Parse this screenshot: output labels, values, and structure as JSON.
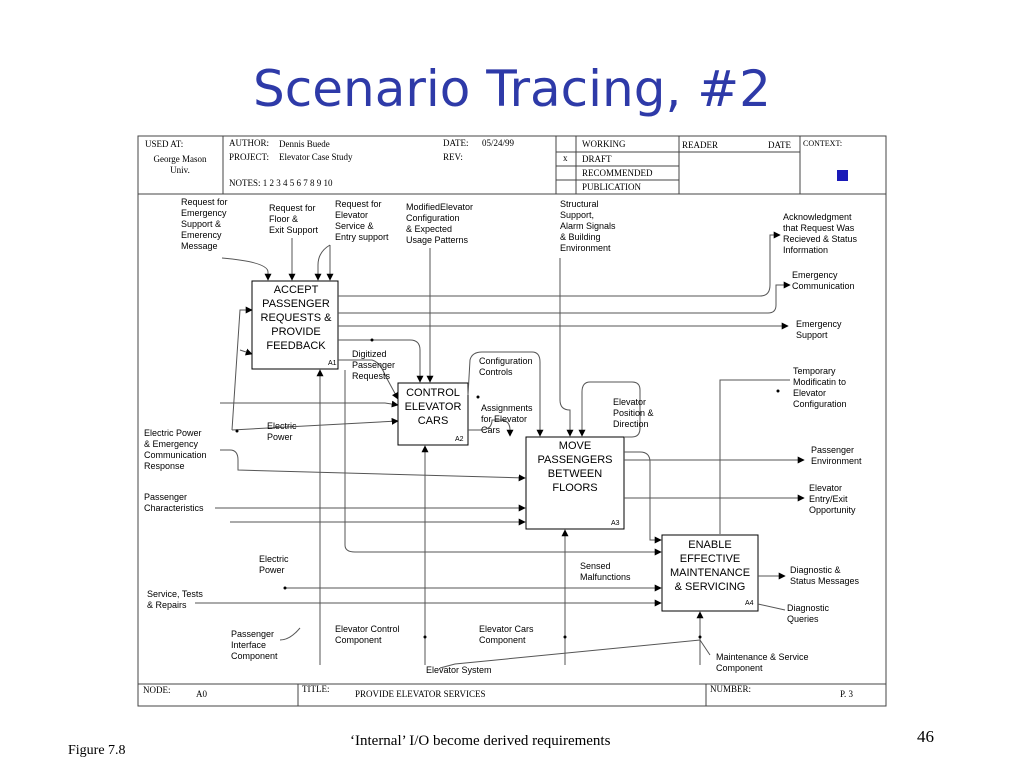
{
  "slide": {
    "title": "Scenario Tracing, #2",
    "subtitle": "‘Internal’ I/O become  derived requirements",
    "figure": "Figure 7.8",
    "page_number": "46"
  },
  "header": {
    "used_at_label": "USED AT:",
    "used_at_value": [
      "George Mason",
      "Univ."
    ],
    "author_label": "AUTHOR:",
    "author_value": "Dennis Buede",
    "date_label": "DATE:",
    "date_value": "05/24/99",
    "project_label": "PROJECT:",
    "project_value": "Elevator Case Study",
    "rev_label": "REV:",
    "notes": "NOTES:  1  2  3  4  5  6  7  8  9  10",
    "status": [
      "WORKING",
      "DRAFT",
      "RECOMMENDED",
      "PUBLICATION"
    ],
    "status_mark": "x",
    "reader_label": "READER",
    "reader_date_label": "DATE",
    "context_label": "CONTEXT:"
  },
  "footer": {
    "node_label": "NODE:",
    "node_value": "A0",
    "title_label": "TITLE:",
    "title_value": "PROVIDE ELEVATOR SERVICES",
    "number_label": "NUMBER:",
    "number_value": "P.  3"
  },
  "activities": [
    {
      "id": "A1",
      "lines": [
        "ACCEPT",
        "PASSENGER",
        "REQUESTS &",
        "PROVIDE",
        "FEEDBACK"
      ]
    },
    {
      "id": "A2",
      "lines": [
        "CONTROL",
        "ELEVATOR",
        "CARS"
      ]
    },
    {
      "id": "A3",
      "lines": [
        "MOVE",
        "PASSENGERS",
        "BETWEEN",
        "FLOORS"
      ]
    },
    {
      "id": "A4",
      "lines": [
        "ENABLE",
        "EFFECTIVE",
        "MAINTENANCE",
        "& SERVICING"
      ]
    }
  ],
  "labels": [
    {
      "key": "in_request_support",
      "lines": [
        "Request for",
        "Emergency",
        "Support &",
        "Emerency",
        "Message"
      ]
    },
    {
      "key": "in_request_floor",
      "lines": [
        "Request for",
        "Floor &",
        "Exit Support"
      ]
    },
    {
      "key": "in_request_service",
      "lines": [
        "Request for",
        "Elevator",
        "Service &",
        "Entry support"
      ]
    },
    {
      "key": "ctl_modified_config",
      "lines": [
        "ModifiedElevator",
        "Configuration",
        "& Expected",
        "Usage Patterns"
      ]
    },
    {
      "key": "ctl_structural",
      "lines": [
        "Structural",
        "Support,",
        "Alarm Signals",
        "& Building",
        "Environment"
      ]
    },
    {
      "key": "out_ack",
      "lines": [
        "Acknowledgment",
        "that Request Was",
        "Recieved & Status",
        "Information"
      ]
    },
    {
      "key": "out_emerg_comm",
      "lines": [
        "Emergency",
        "Communication"
      ]
    },
    {
      "key": "out_emerg_support",
      "lines": [
        "Emergency",
        "Support"
      ]
    },
    {
      "key": "out_temp_mod",
      "lines": [
        "Temporary",
        "Modificatin to",
        "Elevator",
        "Configuration"
      ]
    },
    {
      "key": "int_digitized",
      "lines": [
        "Digitized",
        "Passenger",
        "Requests"
      ]
    },
    {
      "key": "int_config_controls",
      "lines": [
        "Configuration",
        "Controls"
      ]
    },
    {
      "key": "int_elev_position",
      "lines": [
        "Elevator",
        "Position &",
        "Direction"
      ]
    },
    {
      "key": "int_assignments",
      "lines": [
        "Assignments",
        "for Elevator",
        "Cars"
      ]
    },
    {
      "key": "in_electric_power_main",
      "lines": [
        "Electric Power",
        "& Emergency",
        "Communication",
        "Response"
      ]
    },
    {
      "key": "int_electric_power_1",
      "lines": [
        "Electric",
        "Power"
      ]
    },
    {
      "key": "out_pass_env",
      "lines": [
        "Passenger",
        "Environment"
      ]
    },
    {
      "key": "out_entry_exit",
      "lines": [
        "Elevator",
        "Entry/Exit",
        "Opportunity"
      ]
    },
    {
      "key": "in_pass_char",
      "lines": [
        "Passenger",
        "Characteristics"
      ]
    },
    {
      "key": "int_electric_power_2",
      "lines": [
        "Electric",
        "Power"
      ]
    },
    {
      "key": "int_sensed",
      "lines": [
        "Sensed",
        "Malfunctions"
      ]
    },
    {
      "key": "out_diag_status",
      "lines": [
        "Diagnostic &",
        "Status Messages"
      ]
    },
    {
      "key": "in_service",
      "lines": [
        "Service, Tests",
        "& Repairs"
      ]
    },
    {
      "key": "in_diag_queries",
      "lines": [
        "Diagnostic",
        "Queries"
      ]
    },
    {
      "key": "mech_pass_iface",
      "lines": [
        "Passenger",
        "Interface",
        "Component"
      ]
    },
    {
      "key": "mech_elev_control",
      "lines": [
        "Elevator Control",
        "Component"
      ]
    },
    {
      "key": "mech_elev_cars",
      "lines": [
        "Elevator Cars",
        "Component"
      ]
    },
    {
      "key": "mech_maint",
      "lines": [
        "Maintenance & Service",
        "Component"
      ]
    },
    {
      "key": "mech_elev_system",
      "lines": [
        "Elevator System"
      ]
    }
  ]
}
